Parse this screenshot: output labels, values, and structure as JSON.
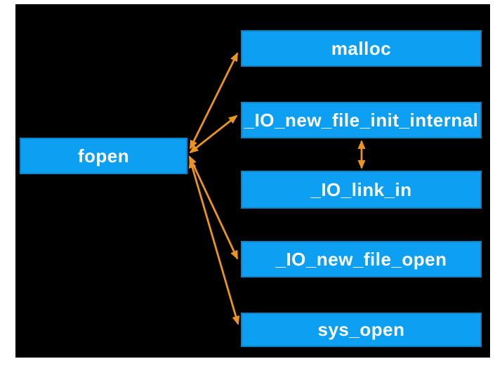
{
  "diagram": {
    "description": "Call graph of fopen internals on black background",
    "nodes": [
      {
        "id": "fopen",
        "label": "fopen"
      },
      {
        "id": "malloc",
        "label": "malloc"
      },
      {
        "id": "io_new_file_init_internal",
        "label": "_IO_new_file_init_internal"
      },
      {
        "id": "io_link_in",
        "label": "_IO_link_in"
      },
      {
        "id": "io_new_file_open",
        "label": "_IO_new_file_open"
      },
      {
        "id": "sys_open",
        "label": "sys_open"
      }
    ],
    "edges": [
      {
        "from": "fopen",
        "to": "malloc",
        "bidirectional": true
      },
      {
        "from": "fopen",
        "to": "io_new_file_init_internal",
        "bidirectional": true
      },
      {
        "from": "io_new_file_init_internal",
        "to": "io_link_in",
        "bidirectional": true
      },
      {
        "from": "fopen",
        "to": "io_new_file_open",
        "bidirectional": true
      },
      {
        "from": "fopen",
        "to": "sys_open",
        "bidirectional": true
      }
    ],
    "colors": {
      "page_background": "#FFFFFF",
      "canvas_background": "#000000",
      "node_fill": "#0C9FF2",
      "node_border": "#0D6EAA",
      "node_text": "#FFFFFF",
      "arrow": "#EC9420"
    }
  }
}
